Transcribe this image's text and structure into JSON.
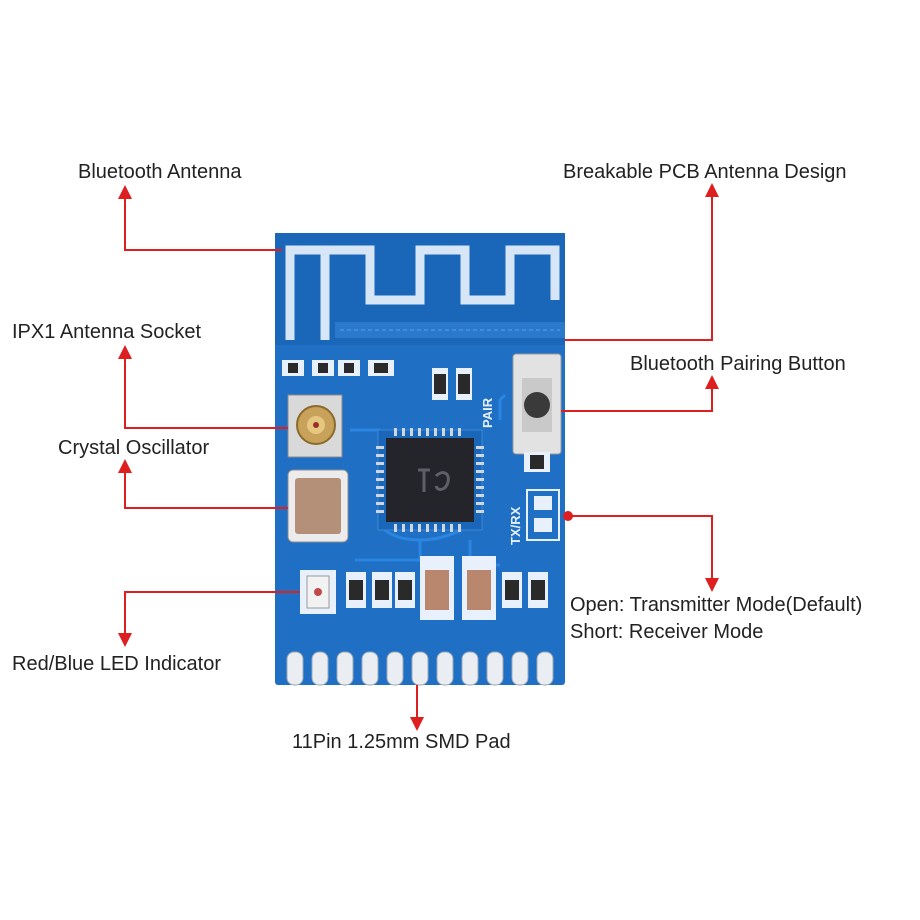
{
  "labels": {
    "bluetooth_antenna": "Bluetooth Antenna",
    "breakable_pcb": "Breakable PCB Antenna Design",
    "ipx1_socket": "IPX1 Antenna Socket",
    "pairing_button": "Bluetooth Pairing Button",
    "crystal": "Crystal Oscillator",
    "mode_open": "Open: Transmitter Mode(Default)",
    "mode_short": "Short: Receiver Mode",
    "led": "Red/Blue LED Indicator",
    "smd_pad": "11Pin 1.25mm SMD Pad"
  },
  "board": {
    "silk_pair": "PAIR",
    "silk_txrx": "TX/RX"
  },
  "colors": {
    "pcb": "#1f6fc4",
    "trace": "#2a86e0",
    "silk": "#e8f0fb",
    "arrow": "#dd1f1f",
    "chip": "#23252a"
  }
}
